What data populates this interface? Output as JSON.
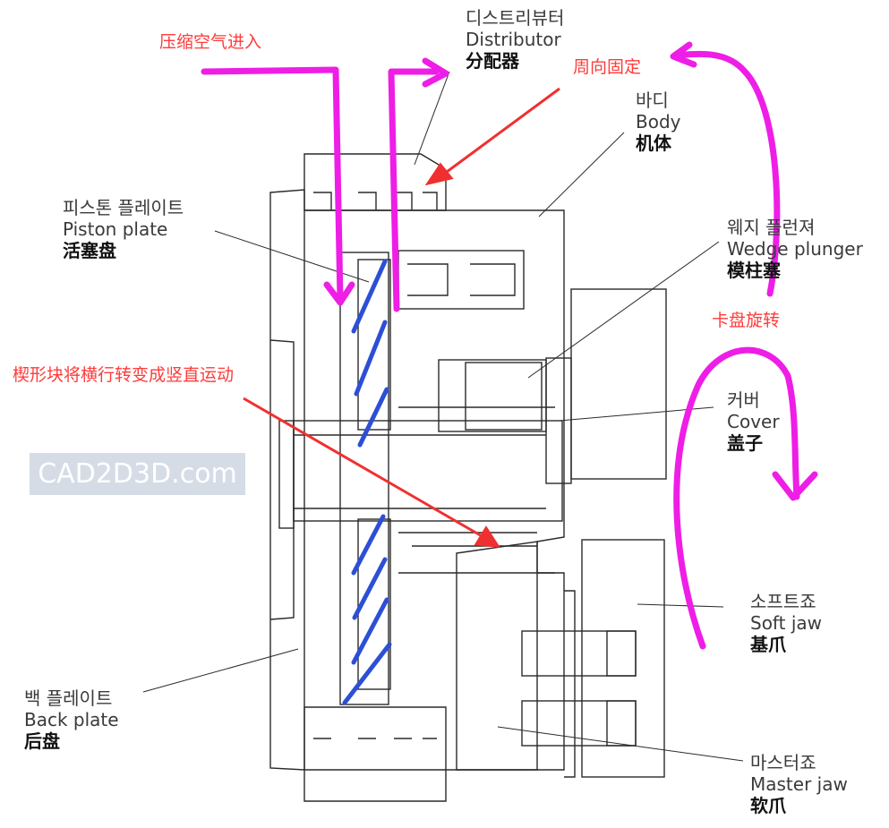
{
  "labels": {
    "distributor": {
      "ko": "디스트리뷰터",
      "en": "Distributor",
      "zh": "分配器"
    },
    "body": {
      "ko": "바디",
      "en": "Body",
      "zh": "机体"
    },
    "piston_plate": {
      "ko": "피스톤 플레이트",
      "en": "Piston plate",
      "zh": "活塞盘"
    },
    "wedge_plunger": {
      "ko": "웨지 플런져",
      "en": "Wedge plunger",
      "zh": "模柱塞"
    },
    "cover": {
      "ko": "커버",
      "en": "Cover",
      "zh": "盖子"
    },
    "soft_jaw": {
      "ko": "소프트죠",
      "en": "Soft jaw",
      "zh": "基爪"
    },
    "back_plate": {
      "ko": "백 플레이트",
      "en": "Back plate",
      "zh": "后盘"
    },
    "master_jaw": {
      "ko": "마스터죠",
      "en": "Master jaw",
      "zh": "软爪"
    }
  },
  "annotations": {
    "air_in": "压缩空气进入",
    "fixed": "周向固定",
    "chuck_rotate": "卡盘旋转",
    "wedge_note": "楔形块将横行转变成竖直运动"
  },
  "watermark": "CAD2D3D.com",
  "colors": {
    "line": "#2a2a2a",
    "magenta": "#ee1ee6",
    "blue": "#2c4fd6",
    "red": "#f03030"
  }
}
